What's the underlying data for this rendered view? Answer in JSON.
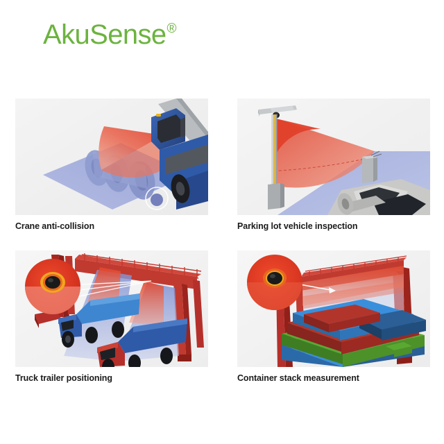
{
  "brand": {
    "name": "AkuSense",
    "trademark": "®",
    "color": "#6cb33f",
    "logo_icon": "akusense-wordmark"
  },
  "colors": {
    "brand_green": "#6cb33f",
    "panel_background": "#f1f1f1",
    "page_background": "#ffffff",
    "caption_text": "#1b1b1b",
    "laser_red": "#e34b35",
    "laser_red_light": "#ef8b78",
    "scan_blue": "#8e9ed8",
    "scan_blue_light": "#aab7e2",
    "vehicle_blue": "#2f5aa8",
    "gantry_red": "#b5302b",
    "container_blue": "#3a8fdc",
    "container_dark_blue": "#2b5f96",
    "container_red": "#b2352c",
    "container_green": "#5aa832",
    "pole_grey": "#b9bcbe",
    "sensor_dark": "#1d1d1d",
    "sensor_ring": "#f0a81e",
    "car_grey": "#c9c9c7"
  },
  "cards": [
    {
      "id": "crane-anti-collision",
      "caption": "Crane anti-collision",
      "scene": "mobile crane with red scan sector over blue ground plane",
      "icons": [
        "laser-scan-sector-icon",
        "ground-plane-icon",
        "crane-vehicle-icon"
      ]
    },
    {
      "id": "parking-lot-vehicle-inspection",
      "caption": "Parking lot vehicle inspection",
      "scene": "overhead sensor pole projecting a red fan beam across a parking bay with a car",
      "icons": [
        "sensor-pole-icon",
        "laser-fan-icon",
        "car-icon",
        "bollard-icon"
      ]
    },
    {
      "id": "truck-trailer-positioning",
      "caption": "Truck trailer positioning",
      "scene": "red gantry crane scanning two container trucks with blue cones",
      "icons": [
        "gantry-crane-icon",
        "scan-cone-icon",
        "truck-icon",
        "sensor-callout-icon"
      ]
    },
    {
      "id": "container-stack-measurement",
      "caption": "Container stack measurement",
      "scene": "red gantry crane measuring a stack of shipping containers with a red scan plane",
      "icons": [
        "gantry-crane-icon",
        "scan-plane-icon",
        "container-stack-icon",
        "sensor-callout-icon"
      ]
    }
  ]
}
